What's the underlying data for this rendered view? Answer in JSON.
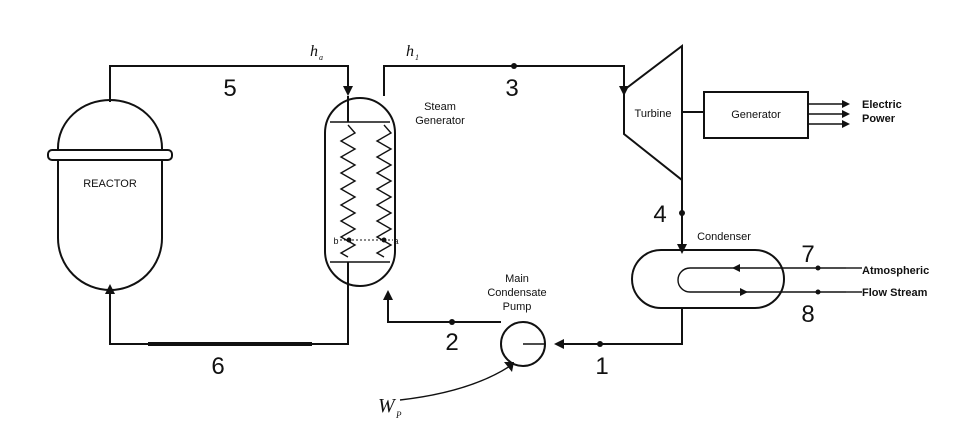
{
  "components": {
    "reactor": "REACTOR",
    "steam_generator": [
      "Steam",
      "Generator"
    ],
    "turbine": "Turbine",
    "generator": "Generator",
    "electric_power": [
      "Electric",
      "Power"
    ],
    "condenser": "Condenser",
    "pump": [
      "Main",
      "Condensate",
      "Pump"
    ],
    "atmospheric": [
      "Atmospheric",
      "Flow Stream"
    ]
  },
  "state_points": {
    "p1": "1",
    "p2": "2",
    "p3": "3",
    "p4": "4",
    "p5": "5",
    "p6": "6",
    "p7": "7",
    "p8": "8"
  },
  "enthalpy_labels": {
    "h_left": "h",
    "h_left_sub": "a",
    "h_right": "h",
    "h_right_sub": "1"
  },
  "work": {
    "symbol": "W",
    "sub": "P"
  },
  "coil_points": {
    "b": "b",
    "a": "a"
  }
}
